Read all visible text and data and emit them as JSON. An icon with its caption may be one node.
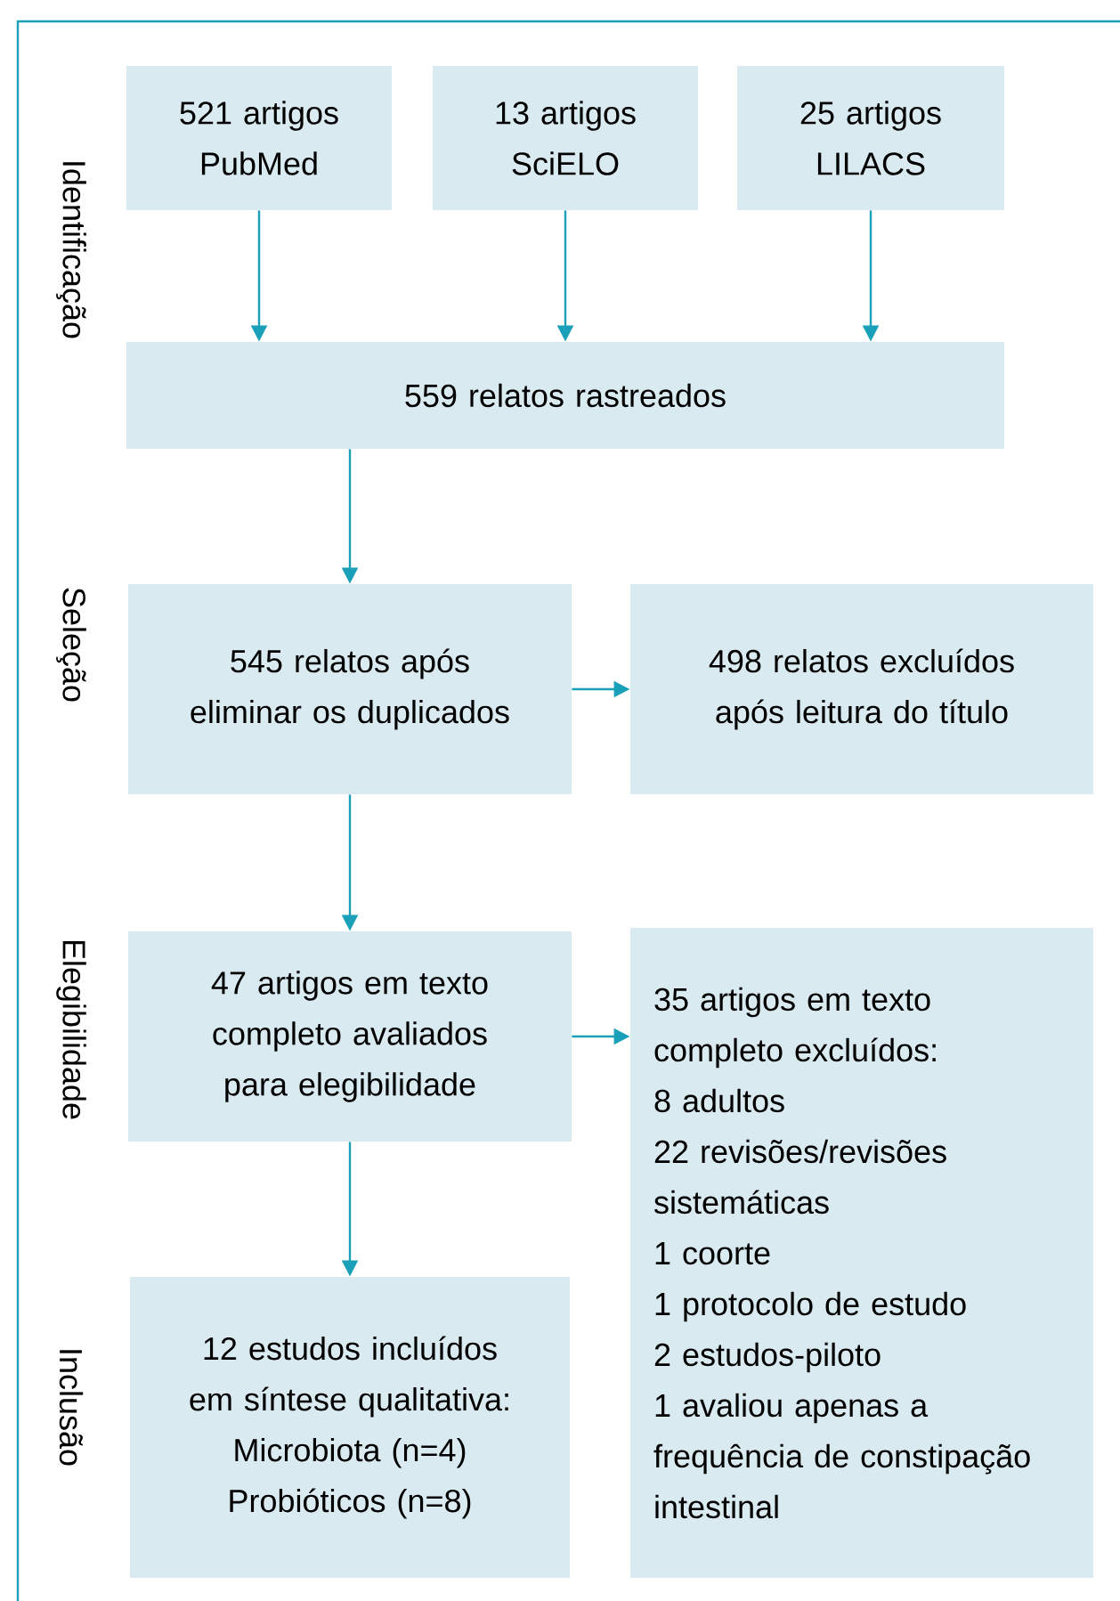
{
  "diagram": {
    "nodes": [
      {
        "text": [
          "521 artigos PubMed"
        ]
      },
      {
        "text": [
          "13 artigos SciELO"
        ]
      },
      {
        "text": [
          "25 artigos LILACS"
        ]
      },
      {
        "text": [
          "559 relatos rastreados"
        ]
      },
      {
        "text": [
          "545 relatos após eliminar os duplicados"
        ]
      },
      {
        "text": [
          "498 relatos excluídos após leitura do título"
        ]
      },
      {
        "text": [
          "47 artigos em texto completo avaliados para elegibilidade"
        ]
      },
      {
        "text": [
          "35 artigos em texto completo excluídos:",
          "8 adultos",
          "22 revisões/revisões sistemáticas",
          "1 coorte",
          "1 protocolo de estudo",
          "2 estudos-piloto",
          "1 avaliou apenas a frequência de constipação intestinal"
        ]
      },
      {
        "text": [
          "12 estudos incluídos em síntese qualitativa:",
          "Microbiota (n=4)",
          "Probióticos (n=8)"
        ]
      }
    ],
    "edges": [
      {
        "from": 0,
        "to": 3,
        "arrow": "to"
      },
      {
        "from": 1,
        "to": 3,
        "arrow": "to"
      },
      {
        "from": 2,
        "to": 3,
        "arrow": "to"
      },
      {
        "from": 3,
        "to": 4,
        "arrow": "to"
      },
      {
        "from": 4,
        "to": 5,
        "arrow": "to"
      },
      {
        "from": 4,
        "to": 6,
        "arrow": "to"
      },
      {
        "from": 6,
        "to": 7,
        "arrow": "to"
      },
      {
        "from": 6,
        "to": 8,
        "arrow": "to"
      }
    ],
    "labels": [
      "Identificação",
      "Seleção",
      "Elegibilidade",
      "Inclusão"
    ]
  }
}
